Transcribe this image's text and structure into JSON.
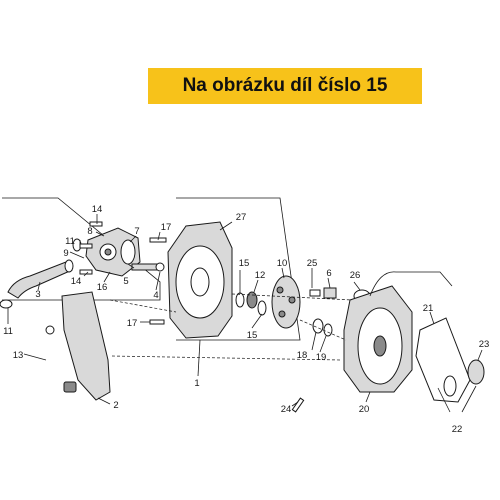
{
  "banner": {
    "text": "Na obrázku díl číslo 15",
    "color": "#f7c21a"
  },
  "callouts": [
    {
      "id": "c14a",
      "text": "14"
    },
    {
      "id": "c8",
      "text": "8"
    },
    {
      "id": "c7",
      "text": "7"
    },
    {
      "id": "c17a",
      "text": "17"
    },
    {
      "id": "c27",
      "text": "27"
    },
    {
      "id": "c11a",
      "text": "11"
    },
    {
      "id": "c9",
      "text": "9"
    },
    {
      "id": "c14b",
      "text": "14"
    },
    {
      "id": "c5",
      "text": "5"
    },
    {
      "id": "c15a",
      "text": "15"
    },
    {
      "id": "c10",
      "text": "10"
    },
    {
      "id": "c12",
      "text": "12"
    },
    {
      "id": "c25",
      "text": "25"
    },
    {
      "id": "c6",
      "text": "6"
    },
    {
      "id": "c26",
      "text": "26"
    },
    {
      "id": "c3",
      "text": "3"
    },
    {
      "id": "c16",
      "text": "16"
    },
    {
      "id": "c4",
      "text": "4"
    },
    {
      "id": "c11b",
      "text": "11"
    },
    {
      "id": "c17b",
      "text": "17"
    },
    {
      "id": "c15b",
      "text": "15"
    },
    {
      "id": "c21",
      "text": "21"
    },
    {
      "id": "c13",
      "text": "13"
    },
    {
      "id": "c18",
      "text": "18"
    },
    {
      "id": "c19",
      "text": "19"
    },
    {
      "id": "c23",
      "text": "23"
    },
    {
      "id": "c1",
      "text": "1"
    },
    {
      "id": "c2",
      "text": "2"
    },
    {
      "id": "c24",
      "text": "24"
    },
    {
      "id": "c20",
      "text": "20"
    },
    {
      "id": "c22",
      "text": "22"
    }
  ]
}
